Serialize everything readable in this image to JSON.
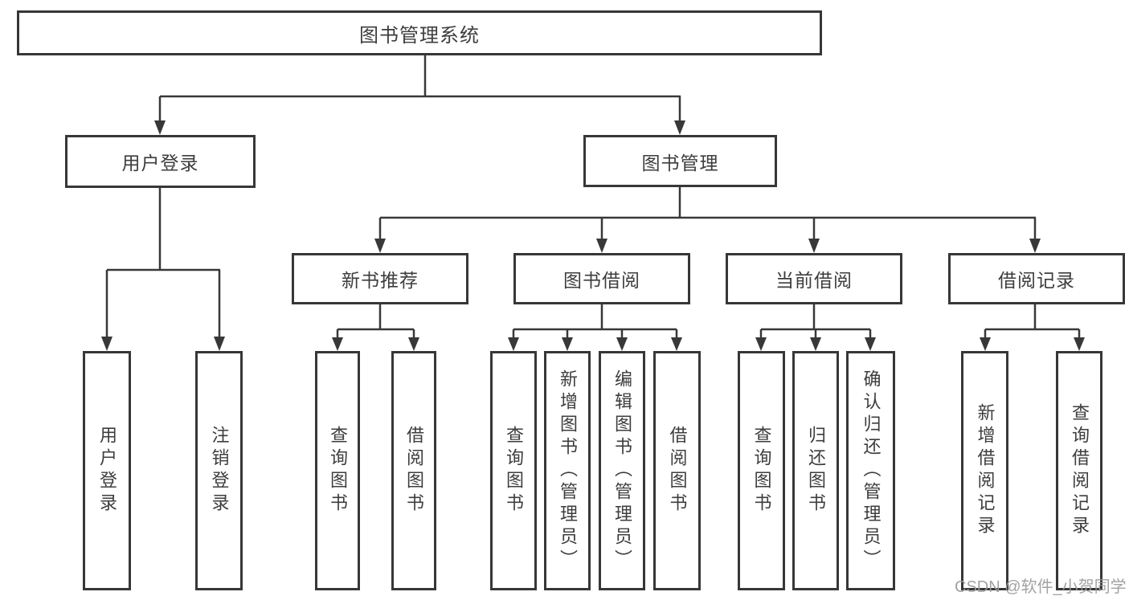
{
  "diagram": {
    "type": "hierarchy-tree",
    "colors": {
      "line": "#383838",
      "box_border": "#373737",
      "text": "#3d3d3d",
      "watermark": "#9b9b9b",
      "background": "#ffffff"
    },
    "tree": {
      "root": {
        "label": "图书管理系统",
        "children": [
          {
            "label": "用户登录",
            "children": [
              {
                "label": "用户登录"
              },
              {
                "label": "注销登录"
              }
            ]
          },
          {
            "label": "图书管理",
            "children": [
              {
                "label": "新书推荐",
                "children": [
                  {
                    "label": "查询图书"
                  },
                  {
                    "label": "借阅图书"
                  }
                ]
              },
              {
                "label": "图书借阅",
                "children": [
                  {
                    "label": "查询图书"
                  },
                  {
                    "label": "新增图书（管理员）"
                  },
                  {
                    "label": "编辑图书（管理员）"
                  },
                  {
                    "label": "借阅图书"
                  }
                ]
              },
              {
                "label": "当前借阅",
                "children": [
                  {
                    "label": "查询图书"
                  },
                  {
                    "label": "归还图书"
                  },
                  {
                    "label": "确认归还（管理员）"
                  }
                ]
              },
              {
                "label": "借阅记录",
                "children": [
                  {
                    "label": "新增借阅记录"
                  },
                  {
                    "label": "查询借阅记录"
                  }
                ]
              }
            ]
          }
        ]
      }
    },
    "watermark": "CSDN @软件_小贺同学"
  }
}
